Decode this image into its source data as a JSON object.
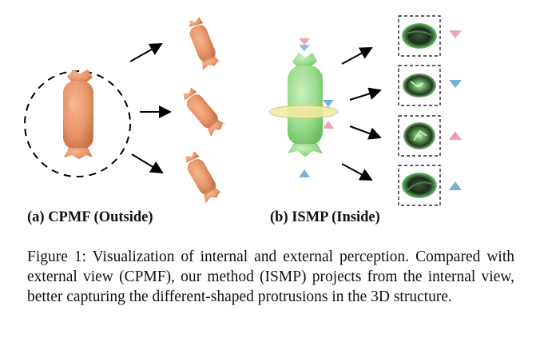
{
  "figure": {
    "panel_a_label": "(a) CPMF (Outside)",
    "panel_b_label": "(b) ISMP (Inside)",
    "caption": "Figure 1: Visualization of internal and external perception. Compared with external view (CPMF), our method (ISMP) projects from the internal view, better capturing the different-shaped protrusions in the 3D structure."
  },
  "colors": {
    "candy_orange": "#e8966a",
    "candy_green": "#9bdc8e",
    "ring_yellow": "#f2eaa0",
    "marker_pink": "#eaa3b4",
    "marker_blue": "#76b2d6",
    "view_dark": "#1e2a1e",
    "view_glow": "#a8e89c"
  },
  "icons": [
    "arrow-icon",
    "triangle-down-marker-icon",
    "triangle-up-marker-icon"
  ]
}
